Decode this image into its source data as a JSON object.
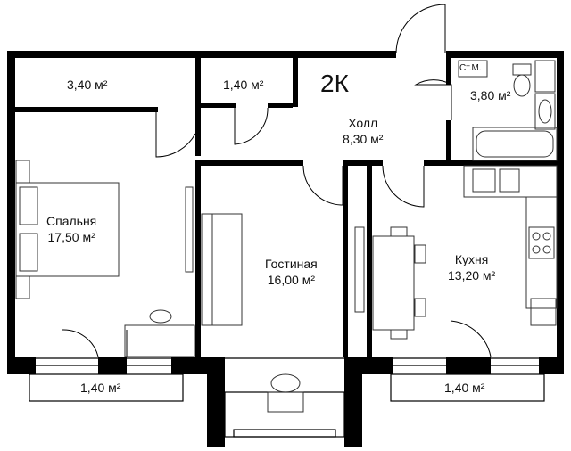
{
  "plan": {
    "type_label": "2К",
    "rooms": [
      {
        "id": "storage-1",
        "name": "",
        "area": "3,40 м²"
      },
      {
        "id": "storage-2",
        "name": "",
        "area": "1,40 м²"
      },
      {
        "id": "hall",
        "name": "Холл",
        "area": "8,30 м²"
      },
      {
        "id": "bathroom",
        "name": "",
        "area": "3,80 м²"
      },
      {
        "id": "bedroom",
        "name": "Спальня",
        "area": "17,50 м²"
      },
      {
        "id": "living",
        "name": "Гостиная",
        "area": "16,00 м²"
      },
      {
        "id": "kitchen",
        "name": "Кухня",
        "area": "13,20 м²"
      },
      {
        "id": "balcony-left",
        "name": "",
        "area": "1,40 м²"
      },
      {
        "id": "balcony-right",
        "name": "",
        "area": "1,40 м²"
      }
    ],
    "washer_label": "Ст.М."
  }
}
